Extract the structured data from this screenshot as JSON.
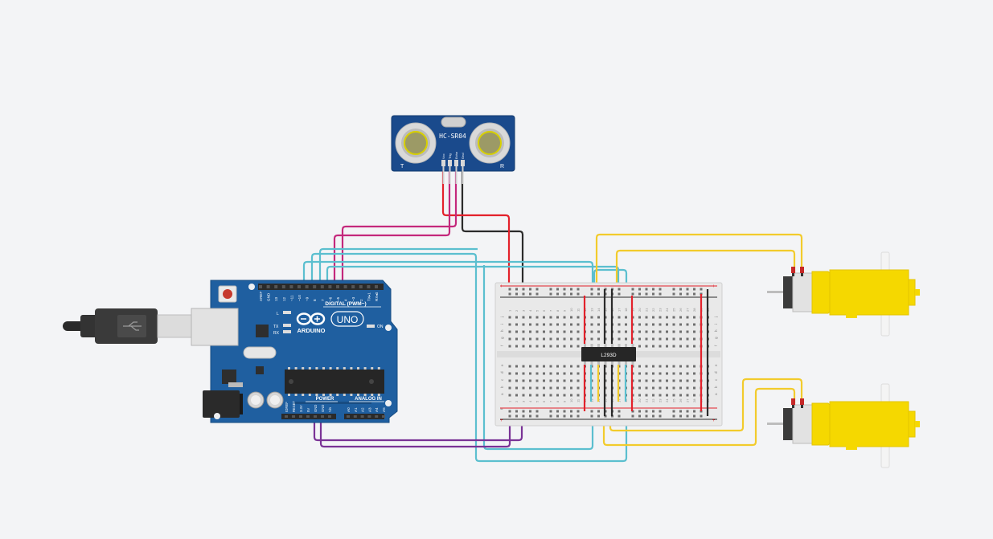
{
  "sensor": {
    "model": "HC-SR04",
    "left_mark": "T",
    "right_mark": "R",
    "pins": [
      "Vcc",
      "Trig",
      "Echo",
      "Gnd"
    ]
  },
  "arduino": {
    "brand": "ARDUINO",
    "model": "UNO",
    "digital_label": "DIGITAL (PWM~)",
    "power_label": "POWER",
    "analog_label": "ANALOG IN",
    "on_label": "ON",
    "led_l": "L",
    "led_tx": "TX",
    "led_rx": "RX",
    "digital_pins": [
      "AREF",
      "GND",
      "13",
      "12",
      "~11",
      "~10",
      "~9",
      "8",
      "7",
      "~6",
      "~5",
      "4",
      "~3",
      "2",
      "TX▸1",
      "RX◂0"
    ],
    "power_pins": [
      "IOREF",
      "RESET",
      "3.3V",
      "5V",
      "GND",
      "GND",
      "Vin"
    ],
    "analog_pins": [
      "A0",
      "A1",
      "A2",
      "A3",
      "A4",
      "A5"
    ]
  },
  "chip": {
    "label": "L293D"
  },
  "breadboard": {
    "rows_top": [
      "j",
      "i",
      "h",
      "g",
      "f"
    ],
    "rows_bottom": [
      "e",
      "d",
      "c",
      "b",
      "a"
    ],
    "columns": 30,
    "plus": "+",
    "minus": "−"
  },
  "motors": {
    "count": 2
  },
  "colors": {
    "background": "#f3f4f6",
    "board": "#1f5fa0",
    "sensor": "#1a4a8c",
    "motor": "#f5d800",
    "wire_red": "#e3212b",
    "wire_black": "#2b2b2b",
    "wire_magenta": "#c4287c",
    "wire_cyan": "#5bbfcf",
    "wire_yellow": "#f2cb2c",
    "wire_purple": "#7a3396"
  }
}
